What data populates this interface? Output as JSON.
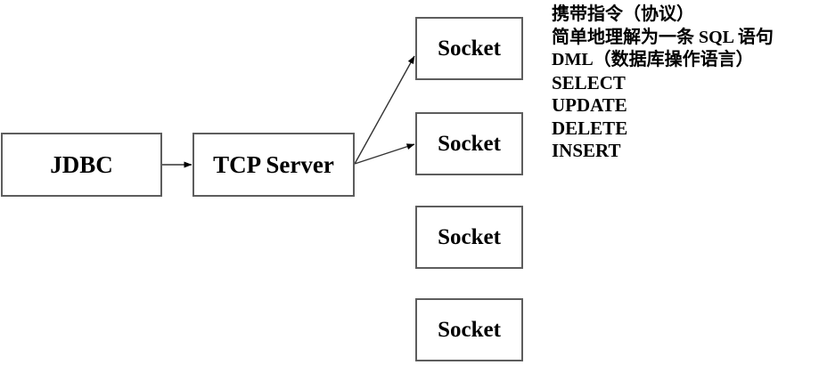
{
  "diagram": {
    "type": "flow-diagram",
    "background_color": "#ffffff",
    "node_border_color": "#5d5d5d",
    "text_color": "#000000",
    "edge_color": "#333333",
    "nodes": [
      {
        "id": "jdbc",
        "label": "JDBC"
      },
      {
        "id": "tcp_server",
        "label": "TCP Server"
      },
      {
        "id": "socket_1",
        "label": "Socket"
      },
      {
        "id": "socket_2",
        "label": "Socket"
      },
      {
        "id": "socket_3",
        "label": "Socket"
      },
      {
        "id": "socket_4",
        "label": "Socket"
      }
    ],
    "edges": [
      {
        "id": "edge-jdbc-to-tcp",
        "from": "jdbc",
        "to": "tcp_server",
        "style": "arrow"
      },
      {
        "id": "edge-tcp-to-socket-1",
        "from": "tcp_server",
        "to": "socket_1",
        "style": "arrow"
      },
      {
        "id": "edge-tcp-to-socket-2",
        "from": "tcp_server",
        "to": "socket_2",
        "style": "arrow"
      }
    ]
  },
  "note": {
    "lines": [
      "携带指令（协议）",
      "简单地理解为一条 SQL 语句",
      "DML（数据库操作语言）",
      "SELECT",
      "UPDATE",
      "DELETE",
      "INSERT"
    ]
  }
}
